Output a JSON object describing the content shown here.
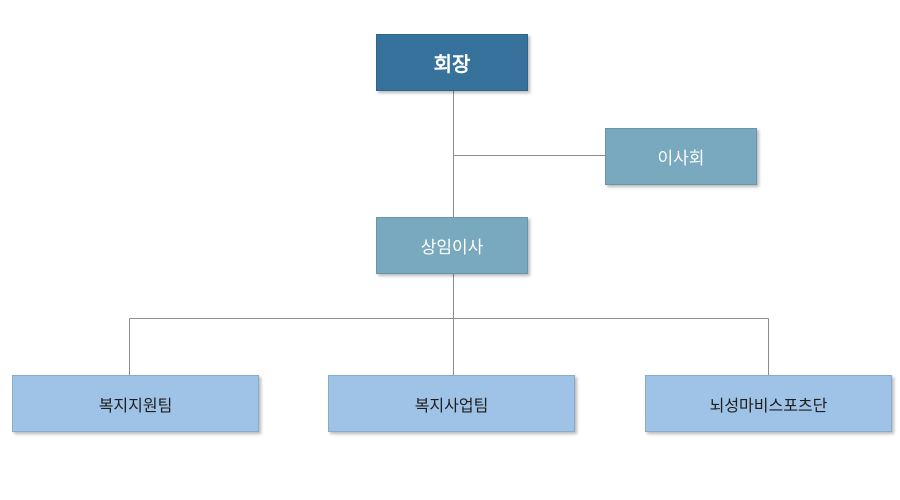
{
  "colors": {
    "chairman_fill": "#36729b",
    "mid_fill": "#79a9bf",
    "team_fill": "#9ec3e6",
    "connector": "#8c8c8c"
  },
  "org_chart": {
    "chairman": "회장",
    "board": "이사회",
    "director": "상임이사",
    "teams": [
      "복지지원팀",
      "복지사업팀",
      "뇌성마비스포츠단"
    ]
  }
}
